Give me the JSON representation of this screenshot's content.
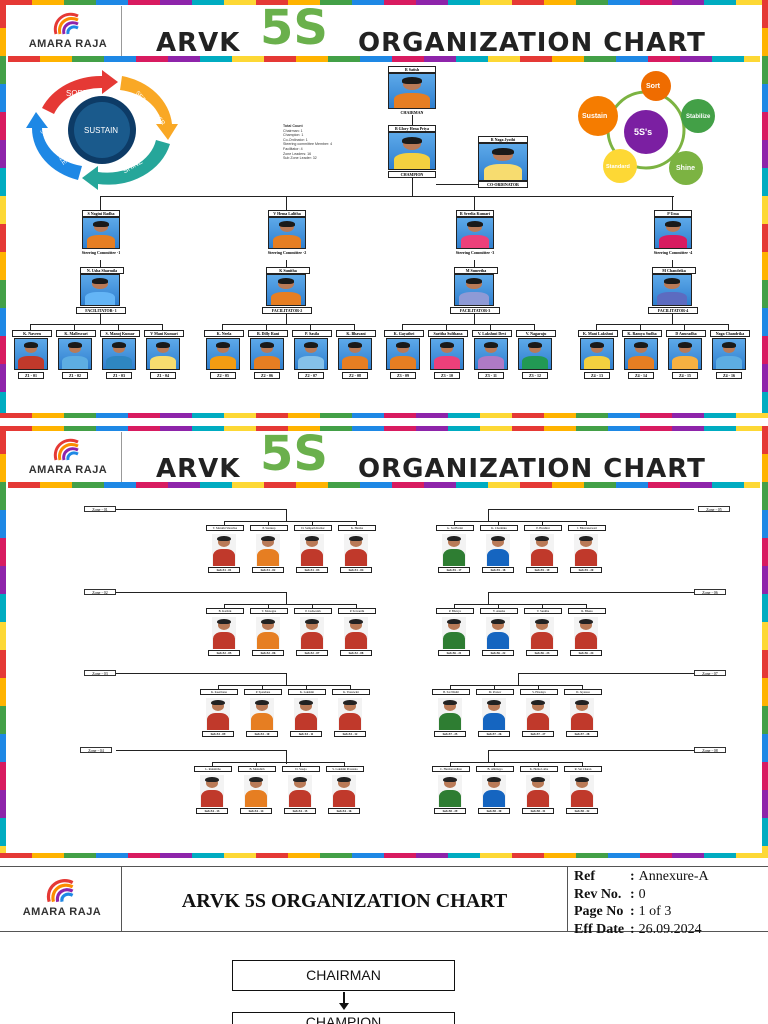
{
  "company": {
    "logo_text": "AMARA RAJA"
  },
  "page1": {
    "title_prefix": "ARVK",
    "title_5s": "5S",
    "title_suffix": "ORGANIZATION CHART",
    "cycle_left": [
      "SORT",
      "SET IN ORDER",
      "SHINE",
      "STANDARDIZE",
      "SUSTAIN"
    ],
    "cycle_right": [
      "Sort",
      "Stabilize",
      "Shine",
      "Standard",
      "Sustain",
      "5S's"
    ],
    "chairman": {
      "name": "R Satish",
      "role": "CHAIRMAN"
    },
    "champion": {
      "name": "B Glory Hena Priya",
      "role": "CHAMPION"
    },
    "coordinator": {
      "name": "R Naga Jyothi",
      "role": "CO-ORDINATOR"
    },
    "notes": [
      "Total Count",
      "Chairman: 1",
      "Champion: 1",
      "Co-Ordinator: 1",
      "Steering committee Member: 4",
      "Facilitator: 4",
      "Zone Leaders: 16",
      "Sub Zone Leader: 32"
    ],
    "steering": [
      {
        "name": "S Nagini Radha",
        "role": "Steering Committee -1"
      },
      {
        "name": "V Hema Lalitha",
        "role": "Steering Committee -2"
      },
      {
        "name": "R Sreelia Kumari",
        "role": "Steering Committee -3"
      },
      {
        "name": "P Uma",
        "role": "Steering Committee -4"
      }
    ],
    "facilitators": [
      {
        "name": "N. Usha Sharmila",
        "role": "FACILITATOR- 1"
      },
      {
        "name": "K Sunitha",
        "role": "FACILITATOR-2"
      },
      {
        "name": "M Suneetha",
        "role": "FACILITATOR-3"
      },
      {
        "name": "M Chandrika",
        "role": "FACILITATOR-4"
      }
    ],
    "zone_leaders": [
      {
        "name": "K. Naveen",
        "code": "Z1 - 01"
      },
      {
        "name": "K. Mallesvari",
        "code": "Z1 - 02"
      },
      {
        "name": "S. Manoj Kumar",
        "code": "Z1 - 03"
      },
      {
        "name": "V Mani Kumari",
        "code": "Z1 - 04"
      },
      {
        "name": "K. Neela",
        "code": "Z2 - 05"
      },
      {
        "name": "B. Dilly Rani",
        "code": "Z2 - 06"
      },
      {
        "name": "P. Sasila",
        "code": "Z2 - 07"
      },
      {
        "name": "K. Bhavani",
        "code": "Z2 - 08"
      },
      {
        "name": "K. Gayathri",
        "code": "Z3 - 09"
      },
      {
        "name": "Saritha Sulthana",
        "code": "Z3 - 10"
      },
      {
        "name": "V. Lakshmi Devi",
        "code": "Z3 - 11"
      },
      {
        "name": "V. Nagaraju",
        "code": "Z3 - 12"
      },
      {
        "name": "K. Mani Lakshmi",
        "code": "Z4 - 13"
      },
      {
        "name": "K. Ramya Sudha",
        "code": "Z4 - 14"
      },
      {
        "name": "D Anuradha",
        "code": "Z4 - 15"
      },
      {
        "name": "Naga Chandrika",
        "code": "Z4 - 16"
      }
    ]
  },
  "page2": {
    "title_prefix": "ARVK",
    "title_5s": "5S",
    "title_suffix": "ORGANIZATION CHART",
    "zones_left": [
      "Zone - 01",
      "Zone - 02",
      "Zone - 03",
      "Zone - 04"
    ],
    "zones_right": [
      "Zone - 05",
      "Zone - 06",
      "Zone - 07",
      "Zone - 08"
    ],
    "groups": [
      {
        "labels": [
          "T. Maruthi Shravika",
          "P. Sandeep",
          "D. Sampath Kumar",
          "K. Harsha"
        ],
        "codes": [
          "Sub Z1 - 01",
          "Sub Z1 - 02",
          "Sub Z1 - 03",
          "Sub Z1 - 04"
        ]
      },
      {
        "labels": [
          "G. Sai Harini",
          "K. Charmika",
          "P. Harshini",
          "J. Bhuvaneswari"
        ],
        "codes": [
          "Sub Z5 - 17",
          "Sub Z5 - 18",
          "Sub Z5 - 19",
          "Sub Z5 - 20"
        ]
      },
      {
        "labels": [
          "B. Karthik",
          "T. Manogna",
          "P. Jashwanth",
          "P. Sravanthi"
        ],
        "codes": [
          "Sub Z2 - 05",
          "Sub Z2 - 06",
          "Sub Z2 - 07",
          "Sub Z2 - 08"
        ]
      },
      {
        "labels": [
          "P. Bhavya",
          "Y. Anusha",
          "V. Sunitha",
          "R. Bhanu"
        ],
        "codes": [
          "Sub Z6 - 21",
          "Sub Z6 - 22",
          "Sub Z6 - 23",
          "Sub Z6 - 24"
        ]
      },
      {
        "labels": [
          "K. Keerthana",
          "P. Spandana",
          "K. Lakshmi",
          "K. Yasaswini"
        ],
        "codes": [
          "Sub Z3 - 09",
          "Sub Z3 - 10",
          "Sub Z3 - 11",
          "Sub Z3 - 12"
        ]
      },
      {
        "labels": [
          "B. Sai Nikhil",
          "M. Pranav",
          "S. Hrudaya",
          "D. Jayasree"
        ],
        "codes": [
          "Sub Z7 - 25",
          "Sub Z7 - 26",
          "Sub Z7 - 27",
          "Sub Z7 - 28"
        ]
      },
      {
        "labels": [
          "L. Rakshitha",
          "B. Mokshith",
          "D. Sreeja",
          "S. Lakshmi Prasanna"
        ],
        "codes": [
          "Sub Z4 - 13",
          "Sub Z4 - 14",
          "Sub Z4 - 15",
          "Sub Z4 - 16"
        ]
      },
      {
        "labels": [
          "C. Harshavardhan",
          "B. Abhinaya",
          "K. Hema Latha",
          "R. Sai Charan"
        ],
        "codes": [
          "Sub Z8 - 29",
          "Sub Z8 - 30",
          "Sub Z8 - 31",
          "Sub Z8 - 32"
        ]
      }
    ]
  },
  "page3": {
    "title": "ARVK 5S ORGANIZATION CHART",
    "meta": [
      {
        "key": "Ref",
        "value": "Annexure-A"
      },
      {
        "key": "Rev No.",
        "value": "0"
      },
      {
        "key": "Page No",
        "value": "1 of 3"
      },
      {
        "key": "Eff Date",
        "value": "26.09.2024"
      }
    ],
    "box1": "CHAIRMAN",
    "box2": "CHAMPION"
  }
}
